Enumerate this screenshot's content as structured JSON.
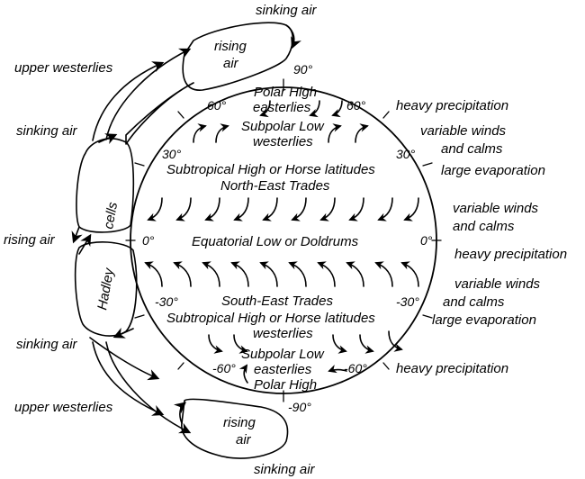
{
  "labels": {
    "sinking_air_top": "sinking air",
    "rising_air_top": "rising",
    "rising_air_top2": "air",
    "lat_90": "90°",
    "upper_westerlies_top": "upper westerlies",
    "lat_60_nw": "60°",
    "lat_60_ne": "60°",
    "polar_high_n": "Polar High",
    "easterlies_n": "easterlies",
    "heavy_precip_n": "heavy precipitation",
    "sinking_air_left_n": "sinking air",
    "subpolar_low_n": "Subpolar Low",
    "westerlies_n": "westerlies",
    "variable_winds_n1": "variable winds",
    "and_calms_n1": "and calms",
    "lat_30_nw": "30°",
    "lat_30_ne": "30°",
    "subtropical_high_n": "Subtropical High or Horse latitudes",
    "large_evap_n": "large evaporation",
    "ne_trades": "North-East Trades",
    "cells": "cells",
    "variable_winds_n2": "variable winds",
    "and_calms_n2": "and calms",
    "rising_air_left": "rising air",
    "lat_0_w": "0°",
    "equatorial_low": "Equatorial Low or Doldrums",
    "lat_0_e": "0°",
    "heavy_precip_eq": "heavy precipitation",
    "hadley": "Hadley",
    "variable_winds_s1": "variable winds",
    "lat_m30_w": "-30°",
    "se_trades": "South-East Trades",
    "lat_m30_e": "-30°",
    "and_calms_s1": "and calms",
    "subtropical_high_s": "Subtropical High or Horse latitudes",
    "large_evap_s": "large evaporation",
    "westerlies_s": "westerlies",
    "sinking_air_left_s": "sinking air",
    "subpolar_low_s": "Subpolar Low",
    "lat_m60_w": "-60°",
    "easterlies_s": "easterlies",
    "lat_m60_e": "-60°",
    "heavy_precip_s": "heavy precipitation",
    "polar_high_s": "Polar High",
    "upper_westerlies_bot": "upper westerlies",
    "lat_m90": "-90°",
    "rising_air_bot": "rising",
    "rising_air_bot2": "air",
    "sinking_air_bot": "sinking air"
  }
}
